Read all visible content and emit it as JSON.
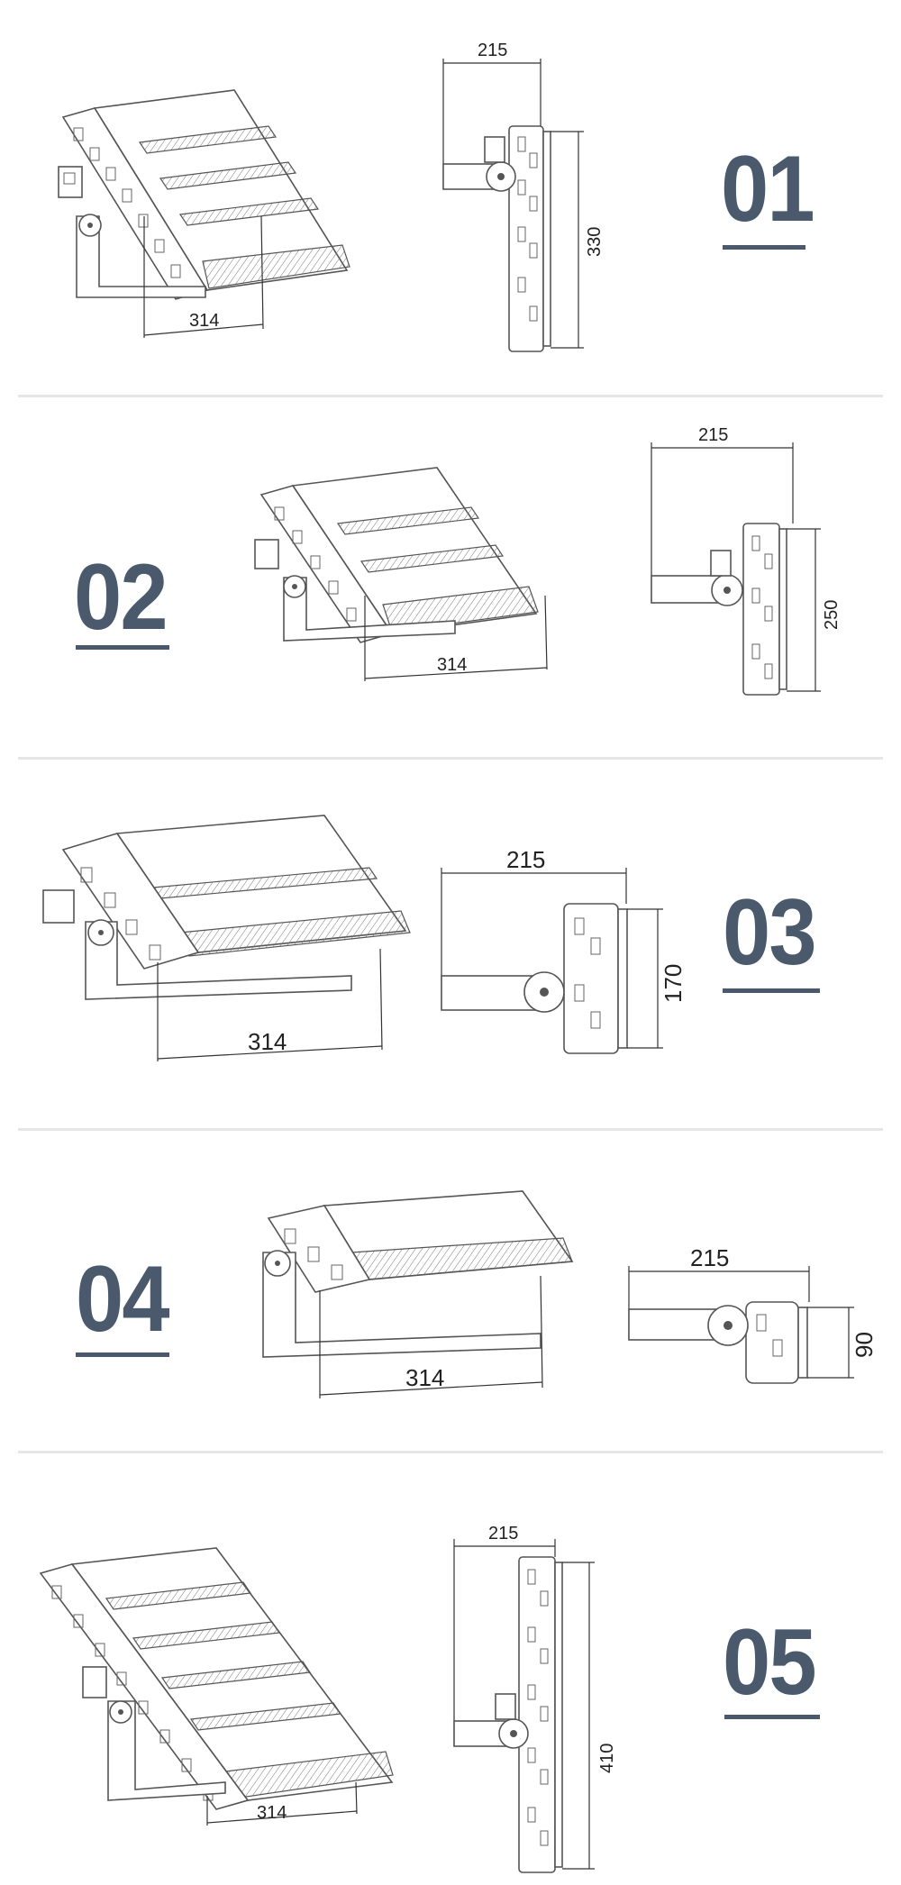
{
  "variants": [
    {
      "id": "01",
      "front_width": "314",
      "side_depth": "215",
      "side_height": "330",
      "modules": 4
    },
    {
      "id": "02",
      "front_width": "314",
      "side_depth": "215",
      "side_height": "250",
      "modules": 3
    },
    {
      "id": "03",
      "front_width": "314",
      "side_depth": "215",
      "side_height": "170",
      "modules": 2
    },
    {
      "id": "04",
      "front_width": "314",
      "side_depth": "215",
      "side_height": "90",
      "modules": 1
    },
    {
      "id": "05",
      "front_width": "314",
      "side_depth": "215",
      "side_height": "410",
      "modules": 5
    }
  ],
  "colors": {
    "number": "#4a5a6c",
    "line": "#555555",
    "separator": "#e6e6e6"
  }
}
